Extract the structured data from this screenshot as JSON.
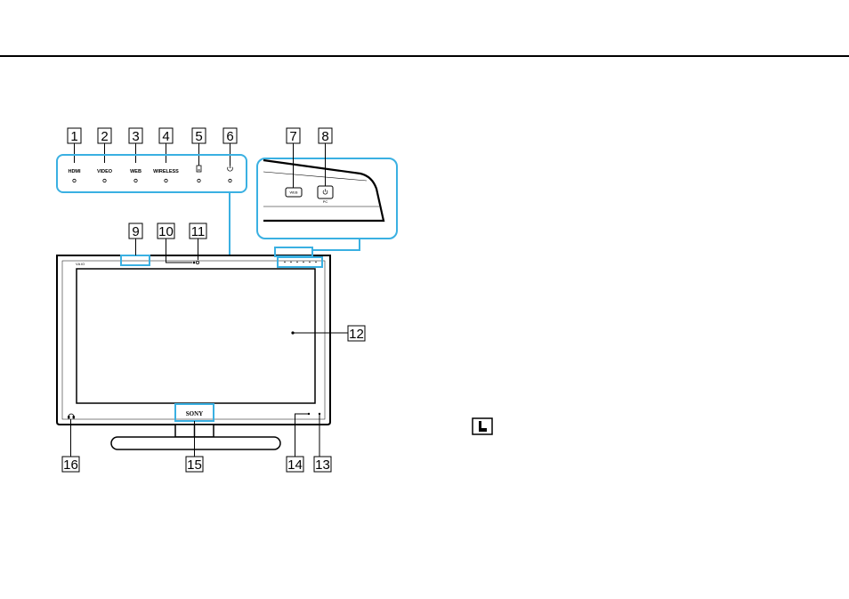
{
  "callouts": [
    "1",
    "2",
    "3",
    "4",
    "5",
    "6",
    "7",
    "8",
    "9",
    "10",
    "11",
    "12",
    "13",
    "14",
    "15",
    "16"
  ],
  "led_labels": {
    "hdmi": "HDMI",
    "video": "VIDEO",
    "web": "WEB",
    "wireless": "WIRELESS"
  },
  "side_panel": {
    "web_button": "WEB",
    "pc_label": "PC"
  },
  "brand": {
    "logo": "SONY",
    "vaio": "VAIO"
  },
  "colors": {
    "accent_line": "#3ab0e2",
    "diagram_ink": "#000000",
    "header_rule": "#000000"
  },
  "icons": {
    "power": "power-icon",
    "drive": "disc-drive-icon",
    "headphones": "headphones-icon",
    "note": "note-icon"
  }
}
